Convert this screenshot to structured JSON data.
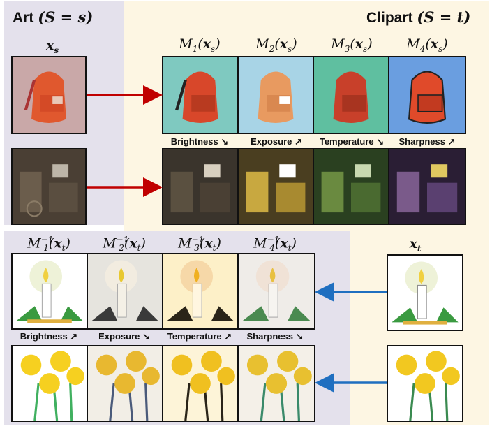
{
  "source_header": {
    "name": "Art",
    "condition": "(S = s)"
  },
  "target_header": {
    "name": "Clipart",
    "condition": "(S = t)"
  },
  "source_symbol": "x",
  "source_symbol_sub": "s",
  "target_symbol": "x",
  "target_symbol_sub": "t",
  "forward_maps": [
    {
      "math": "M1(xs)",
      "sym": "M",
      "idx": "1",
      "label": "Brightness ↘"
    },
    {
      "math": "M2(xs)",
      "sym": "M",
      "idx": "2",
      "label": "Exposure ↗"
    },
    {
      "math": "M3(xs)",
      "sym": "M",
      "idx": "3",
      "label": "Temperature ↘"
    },
    {
      "math": "M4(xs)",
      "sym": "M",
      "idx": "4",
      "label": "Sharpness ↗"
    }
  ],
  "inverse_maps": [
    {
      "math": "M1^-1(xt)",
      "sym": "M",
      "idx": "1",
      "exp": "−1",
      "label": "Brightness ↗"
    },
    {
      "math": "M2^-1(xt)",
      "sym": "M",
      "idx": "2",
      "exp": "−1",
      "label": "Exposure ↘"
    },
    {
      "math": "M3^-1(xt)",
      "sym": "M",
      "idx": "3",
      "exp": "−1",
      "label": "Temperature ↗"
    },
    {
      "math": "M4^-1(xt)",
      "sym": "M",
      "idx": "4",
      "exp": "−1",
      "label": "Sharpness ↘"
    }
  ],
  "colors": {
    "art_bg": "#e4e1ec",
    "clipart_bg": "#fdf6e3",
    "forward_arrow": "#c00000",
    "inverse_arrow": "#1f6fc0"
  },
  "images": {
    "source_row_1": "backpack",
    "source_row_2": "room",
    "target_row_1": "candle",
    "target_row_2": "flowers"
  }
}
